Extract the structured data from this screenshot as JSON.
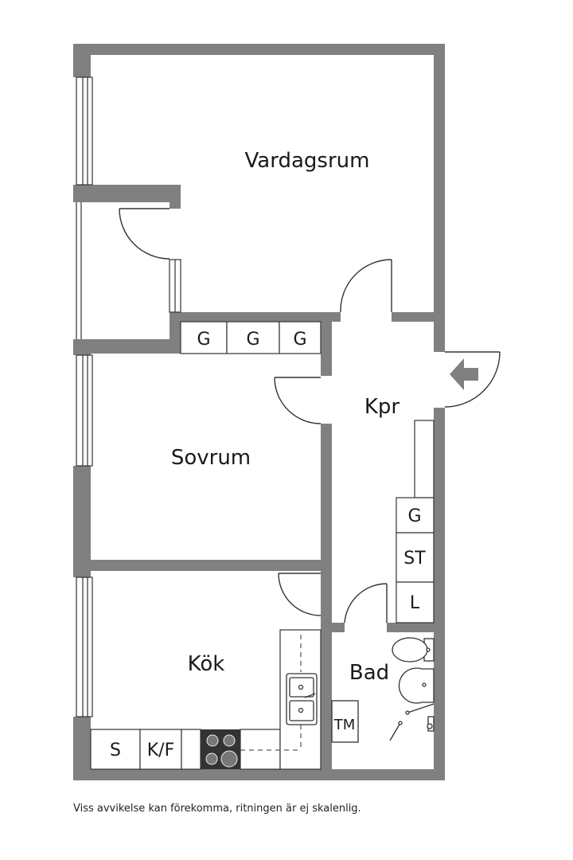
{
  "rooms": {
    "living": "Vardagsrum",
    "bedroom": "Sovrum",
    "hall": "Kpr",
    "kitchen": "Kök",
    "bath": "Bad"
  },
  "fixtures": {
    "wardrobe_1": "G",
    "wardrobe_2": "G",
    "wardrobe_3": "G",
    "hall_wardrobe": "G",
    "hall_storage": "ST",
    "hall_linen": "L",
    "washer": "TM",
    "kitchen_storage": "S",
    "fridge_freezer": "K/F"
  },
  "entrance_icon": "arrow-left-icon",
  "colors": {
    "wall": "#808080",
    "line": "#333333"
  },
  "footer": {
    "disclaimer": "Viss avvikelse kan förekomma, ritningen är ej skalenlig."
  }
}
